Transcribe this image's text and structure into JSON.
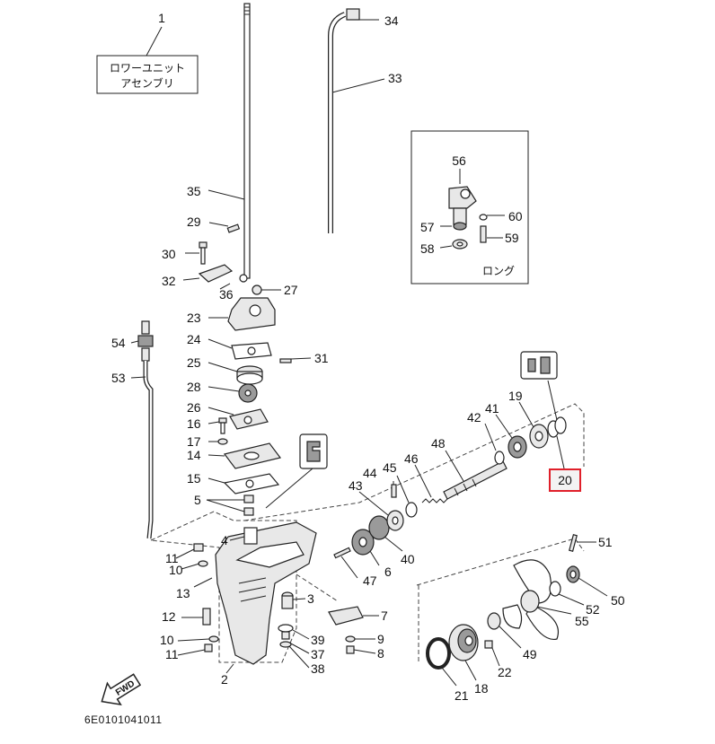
{
  "title_box": {
    "line1": "ロワーユニット",
    "line2": "アセンブリ"
  },
  "inset": {
    "caption": "ロング",
    "parts": [
      "56",
      "57",
      "58",
      "59",
      "60"
    ]
  },
  "callouts": {
    "p1": "1",
    "p2": "2",
    "p3": "3",
    "p4": "4",
    "p5": "5",
    "p6": "6",
    "p7": "7",
    "p8": "8",
    "p9": "9",
    "p10a": "10",
    "p10b": "10",
    "p11a": "11",
    "p11b": "11",
    "p12": "12",
    "p13": "13",
    "p14": "14",
    "p15": "15",
    "p16": "16",
    "p17": "17",
    "p18": "18",
    "p19": "19",
    "p20": "20",
    "p21": "21",
    "p22": "22",
    "p23": "23",
    "p24": "24",
    "p25": "25",
    "p26": "26",
    "p27": "27",
    "p28": "28",
    "p29": "29",
    "p30": "30",
    "p31": "31",
    "p32": "32",
    "p33": "33",
    "p34": "34",
    "p35": "35",
    "p36": "36",
    "p37": "37",
    "p38": "38",
    "p39": "39",
    "p40": "40",
    "p41": "41",
    "p42": "42",
    "p43": "43",
    "p44": "44",
    "p45": "45",
    "p46": "46",
    "p47": "47",
    "p48": "48",
    "p49": "49",
    "p50": "50",
    "p51": "51",
    "p52": "52",
    "p53": "53",
    "p54": "54",
    "p55": "55",
    "p56": "56",
    "p57": "57",
    "p58": "58",
    "p59": "59",
    "p60": "60"
  },
  "highlighted_part": "20",
  "highlight_color": "#e0202a",
  "direction_arrow": "FWD",
  "diagram_code": "6E0101041011"
}
